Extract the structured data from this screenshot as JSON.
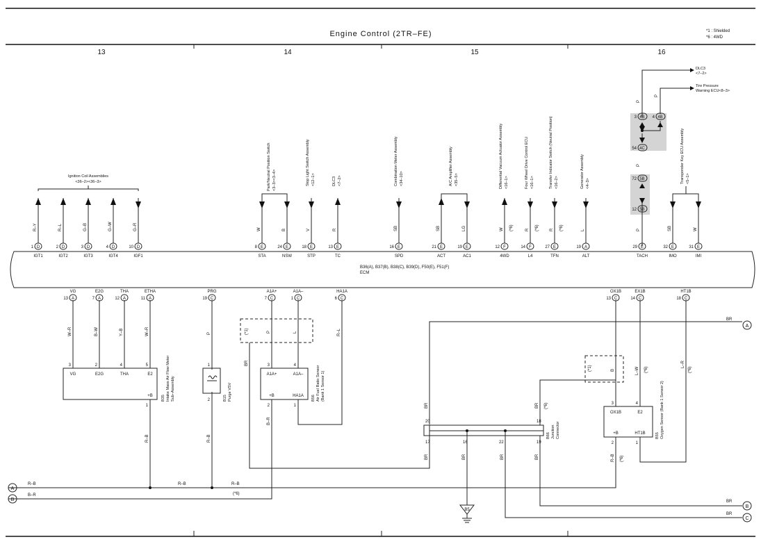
{
  "header": {
    "title": "Engine Control (2TR–FE)",
    "notes": [
      "*1 : Shielded",
      "*6 : 4WD"
    ],
    "columns": [
      "13",
      "14",
      "15",
      "16"
    ]
  },
  "ecm": {
    "codes": "B36(A), B37(B), B38(C), B39(D), F50(E), F51(F)",
    "name": "ECM"
  },
  "top_terms": [
    {
      "pin": "1",
      "conn": "D",
      "sig": "IGT1",
      "wire": "R–Y",
      "dir": "up"
    },
    {
      "pin": "2",
      "conn": "D",
      "sig": "IGT2",
      "wire": "R–L",
      "dir": "up"
    },
    {
      "pin": "3",
      "conn": "D",
      "sig": "IGT3",
      "wire": "G–B",
      "dir": "up"
    },
    {
      "pin": "4",
      "conn": "D",
      "sig": "IGT4",
      "wire": "G–W",
      "dir": "up"
    },
    {
      "pin": "10",
      "conn": "D",
      "sig": "IGF1",
      "wire": "G–R",
      "dir": "down"
    },
    {
      "pin": "8",
      "conn": "E",
      "sig": "STA",
      "wire": "W",
      "dir": "down"
    },
    {
      "pin": "24",
      "conn": "E",
      "sig": "NSW",
      "wire": "B",
      "dir": "down"
    },
    {
      "pin": "18",
      "conn": "E",
      "sig": "STP",
      "wire": "V",
      "dir": "down"
    },
    {
      "pin": "13",
      "conn": "E",
      "sig": "TC",
      "wire": "R",
      "dir": "up"
    },
    {
      "pin": "16",
      "conn": "E",
      "sig": "SPD",
      "wire": "SB",
      "dir": "down"
    },
    {
      "pin": "21",
      "conn": "E",
      "sig": "ACT",
      "wire": "SB",
      "dir": "up"
    },
    {
      "pin": "19",
      "conn": "E",
      "sig": "AC1",
      "wire": "LG",
      "dir": "down"
    },
    {
      "pin": "12",
      "conn": "F",
      "sig": "4WD",
      "wire": "W",
      "note": "(*6)",
      "dir": "up"
    },
    {
      "pin": "14",
      "conn": "F",
      "sig": "L4",
      "wire": "R",
      "note": "(*6)",
      "dir": "down"
    },
    {
      "pin": "27",
      "conn": "E",
      "sig": "TFN",
      "wire": "R",
      "note": "(*6)",
      "dir": "down"
    },
    {
      "pin": "19",
      "conn": "A",
      "sig": "ALT",
      "wire": "L",
      "dir": "down"
    },
    {
      "pin": "29",
      "conn": "E",
      "sig": "TACH",
      "wire": "P"
    },
    {
      "pin": "32",
      "conn": "E",
      "sig": "IMO",
      "wire": "SB",
      "dir": "down"
    },
    {
      "pin": "31",
      "conn": "E",
      "sig": "IMI",
      "wire": "W",
      "dir": "down"
    }
  ],
  "components_top": [
    {
      "name": "Ignition Coil Assemblies",
      "ref": "<36–2><36–3>"
    },
    {
      "name": "Park/Neutral Position Switch",
      "ref": "<3–3><3–4>"
    },
    {
      "name": "Stop Light Switch Assembly",
      "ref": "<12–1>"
    },
    {
      "name": "DLC3",
      "ref": "<7–2>"
    },
    {
      "name": "Combination Meter Assembly",
      "ref": "<34–10>"
    },
    {
      "name": "A/C Amplifier Assembly",
      "ref": "<35–5>"
    },
    {
      "name": "Differential Vacuum Actuator Assembly",
      "ref": "<16–1>"
    },
    {
      "name": "Four Wheel Drive Control ECU",
      "ref": "<16–1>"
    },
    {
      "name": "Transfer Indicator Switch (Neutral Position)",
      "ref": "<16–2>"
    },
    {
      "name": "Generator Assembly",
      "ref": "<4–3>"
    },
    {
      "name": "Transponder Key ECU Assembly",
      "ref": "<5–1>"
    }
  ],
  "tach_branch": {
    "dlc3": "DLC3",
    "dlc3_ref": "<7–2>",
    "tire": "Tire Pressure",
    "tire2": "Warning ECU<8–3>",
    "j1_pin": "3",
    "j1": "4B",
    "j2_pin": "4",
    "j2": "4B",
    "j3_pin": "54",
    "j3": "4C",
    "j4_pin": "72",
    "j4": "5B",
    "j5_pin": "12",
    "j5": "5B",
    "wire": "P"
  },
  "bottom_terms": [
    {
      "pin": "13",
      "conn": "A",
      "sig": "VG"
    },
    {
      "pin": "7",
      "conn": "A",
      "sig": "E2G"
    },
    {
      "pin": "12",
      "conn": "A",
      "sig": "THA"
    },
    {
      "pin": "11",
      "conn": "A",
      "sig": "ETHA"
    },
    {
      "pin": "19",
      "conn": "C",
      "sig": "PRG"
    },
    {
      "pin": "7",
      "conn": "C",
      "sig": "A1A+"
    },
    {
      "pin": "1",
      "conn": "C",
      "sig": "A1A–"
    },
    {
      "pin": "6",
      "conn": "C",
      "sig": "HA1A"
    },
    {
      "pin": "13",
      "conn": "C",
      "sig": "OX1B"
    },
    {
      "pin": "14",
      "conn": "C",
      "sig": "EX1B"
    },
    {
      "pin": "18",
      "conn": "C",
      "sig": "HT1B"
    }
  ],
  "maf": {
    "id": "B35",
    "name": "Intake Mass Air Flow Meter",
    "name2": "Sub–Assembly",
    "pins": [
      "3",
      "2",
      "4",
      "5",
      "1"
    ],
    "labels": [
      "VG",
      "E2G",
      "THA",
      "E2",
      "+B"
    ],
    "wires": [
      "W–R",
      "B–W",
      "Y–B",
      "W–R",
      "R–B"
    ]
  },
  "vsv": {
    "id": "B15",
    "name": "Purge VSV",
    "pins": [
      "1",
      "2"
    ],
    "wires": [
      "P",
      "R–B"
    ]
  },
  "af": {
    "id": "B56",
    "name": "Air Fuel Ratio Sensor",
    "name2": "(Bank 1 Sensor 1)",
    "pins": [
      "3",
      "4",
      "2",
      "1"
    ],
    "labels": [
      "A1A+",
      "A1A–",
      "+B",
      "HA1A"
    ],
    "wires": [
      "P",
      "L",
      "R–L",
      "B–R",
      "BR"
    ],
    "shield": "(*1)"
  },
  "jc": {
    "id": "B66",
    "name": "Junction",
    "name2": "Connector",
    "pins": [
      "20",
      "18",
      "17",
      "16",
      "22",
      "19"
    ],
    "note": "(*6)"
  },
  "o2": {
    "id": "B55",
    "name": "Oxygen Sensor (Bank 1 Sensor 2)",
    "pins": [
      "3",
      "4",
      "2",
      "1"
    ],
    "labels": [
      "OX1B",
      "E2",
      "+B",
      "HT1B"
    ],
    "wires": [
      "B",
      "L–W",
      "L–R",
      "R–B"
    ],
    "shield": "(*1)",
    "note": "(*6)"
  },
  "refs": {
    "a": "A",
    "b": "B",
    "c": "C"
  },
  "wire_labels": {
    "rb": "R–B",
    "br_w": "B–R",
    "brw": "BR",
    "note6": "(*6)"
  },
  "ground": "B5"
}
